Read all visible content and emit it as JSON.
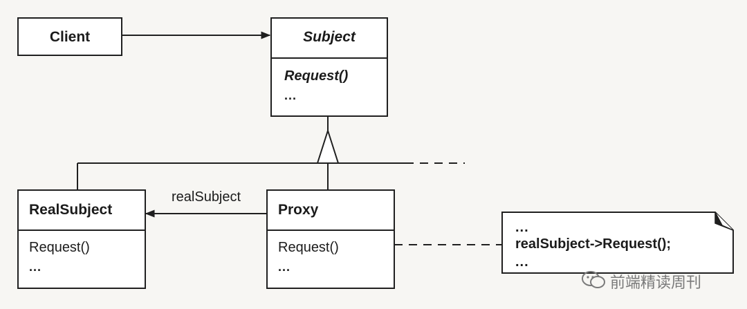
{
  "client": {
    "name": "Client"
  },
  "subject": {
    "name": "Subject",
    "operation": "Request()",
    "more": "..."
  },
  "real_subject": {
    "name": "RealSubject",
    "operation": "Request()",
    "more": "..."
  },
  "proxy": {
    "name": "Proxy",
    "operation": "Request()",
    "more": "..."
  },
  "association": {
    "role": "realSubject"
  },
  "note": {
    "line1": "...",
    "line2": "realSubject->Request();",
    "line3": "..."
  },
  "watermark": {
    "text": "前端精读周刊"
  },
  "colors": {
    "line": "#1f1f1f",
    "box_fill": "#ffffff",
    "background": "#f7f6f3",
    "watermark": "#7a7a7a"
  }
}
